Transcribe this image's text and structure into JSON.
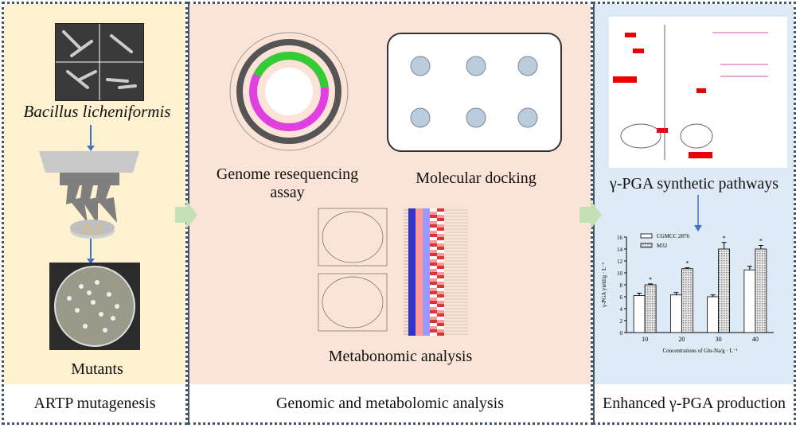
{
  "panels": {
    "artp": {
      "caption": "ARTP mutagenesis",
      "organism": "Bacillus licheniformis",
      "result": "Mutants",
      "color": "#fdf1cf"
    },
    "omics": {
      "caption": "Genomic and metabolomic analysis",
      "genome": "Genome resequencing assay",
      "docking": "Molecular docking",
      "metabo": "Metabonomic analysis",
      "color": "#fbe4d7"
    },
    "production": {
      "caption": "Enhanced γ-PGA production",
      "pathway": "γ-PGA synthetic pathways",
      "color": "#deebf7"
    }
  },
  "chart_data": {
    "type": "bar",
    "categories": [
      "10",
      "20",
      "30",
      "40"
    ],
    "series": [
      {
        "name": "CGMCC 2876",
        "values": [
          6.2,
          6.3,
          6.0,
          10.5
        ],
        "errors": [
          0.4,
          0.4,
          0.3,
          0.6
        ]
      },
      {
        "name": "M32",
        "values": [
          8.0,
          10.7,
          14.0,
          14.0
        ],
        "errors": [
          0.15,
          0.15,
          1.1,
          0.6
        ],
        "significance": [
          "*",
          "*",
          "*",
          "*"
        ]
      }
    ],
    "xlabel": "Concentrations of Glu-Na/g · L⁻¹",
    "ylabel": "γ-PGA yield/g · L⁻¹",
    "ylim": [
      0,
      16
    ],
    "yticks": [
      "0",
      "2",
      "4",
      "6",
      "8",
      "10",
      "12",
      "14",
      "16"
    ]
  }
}
